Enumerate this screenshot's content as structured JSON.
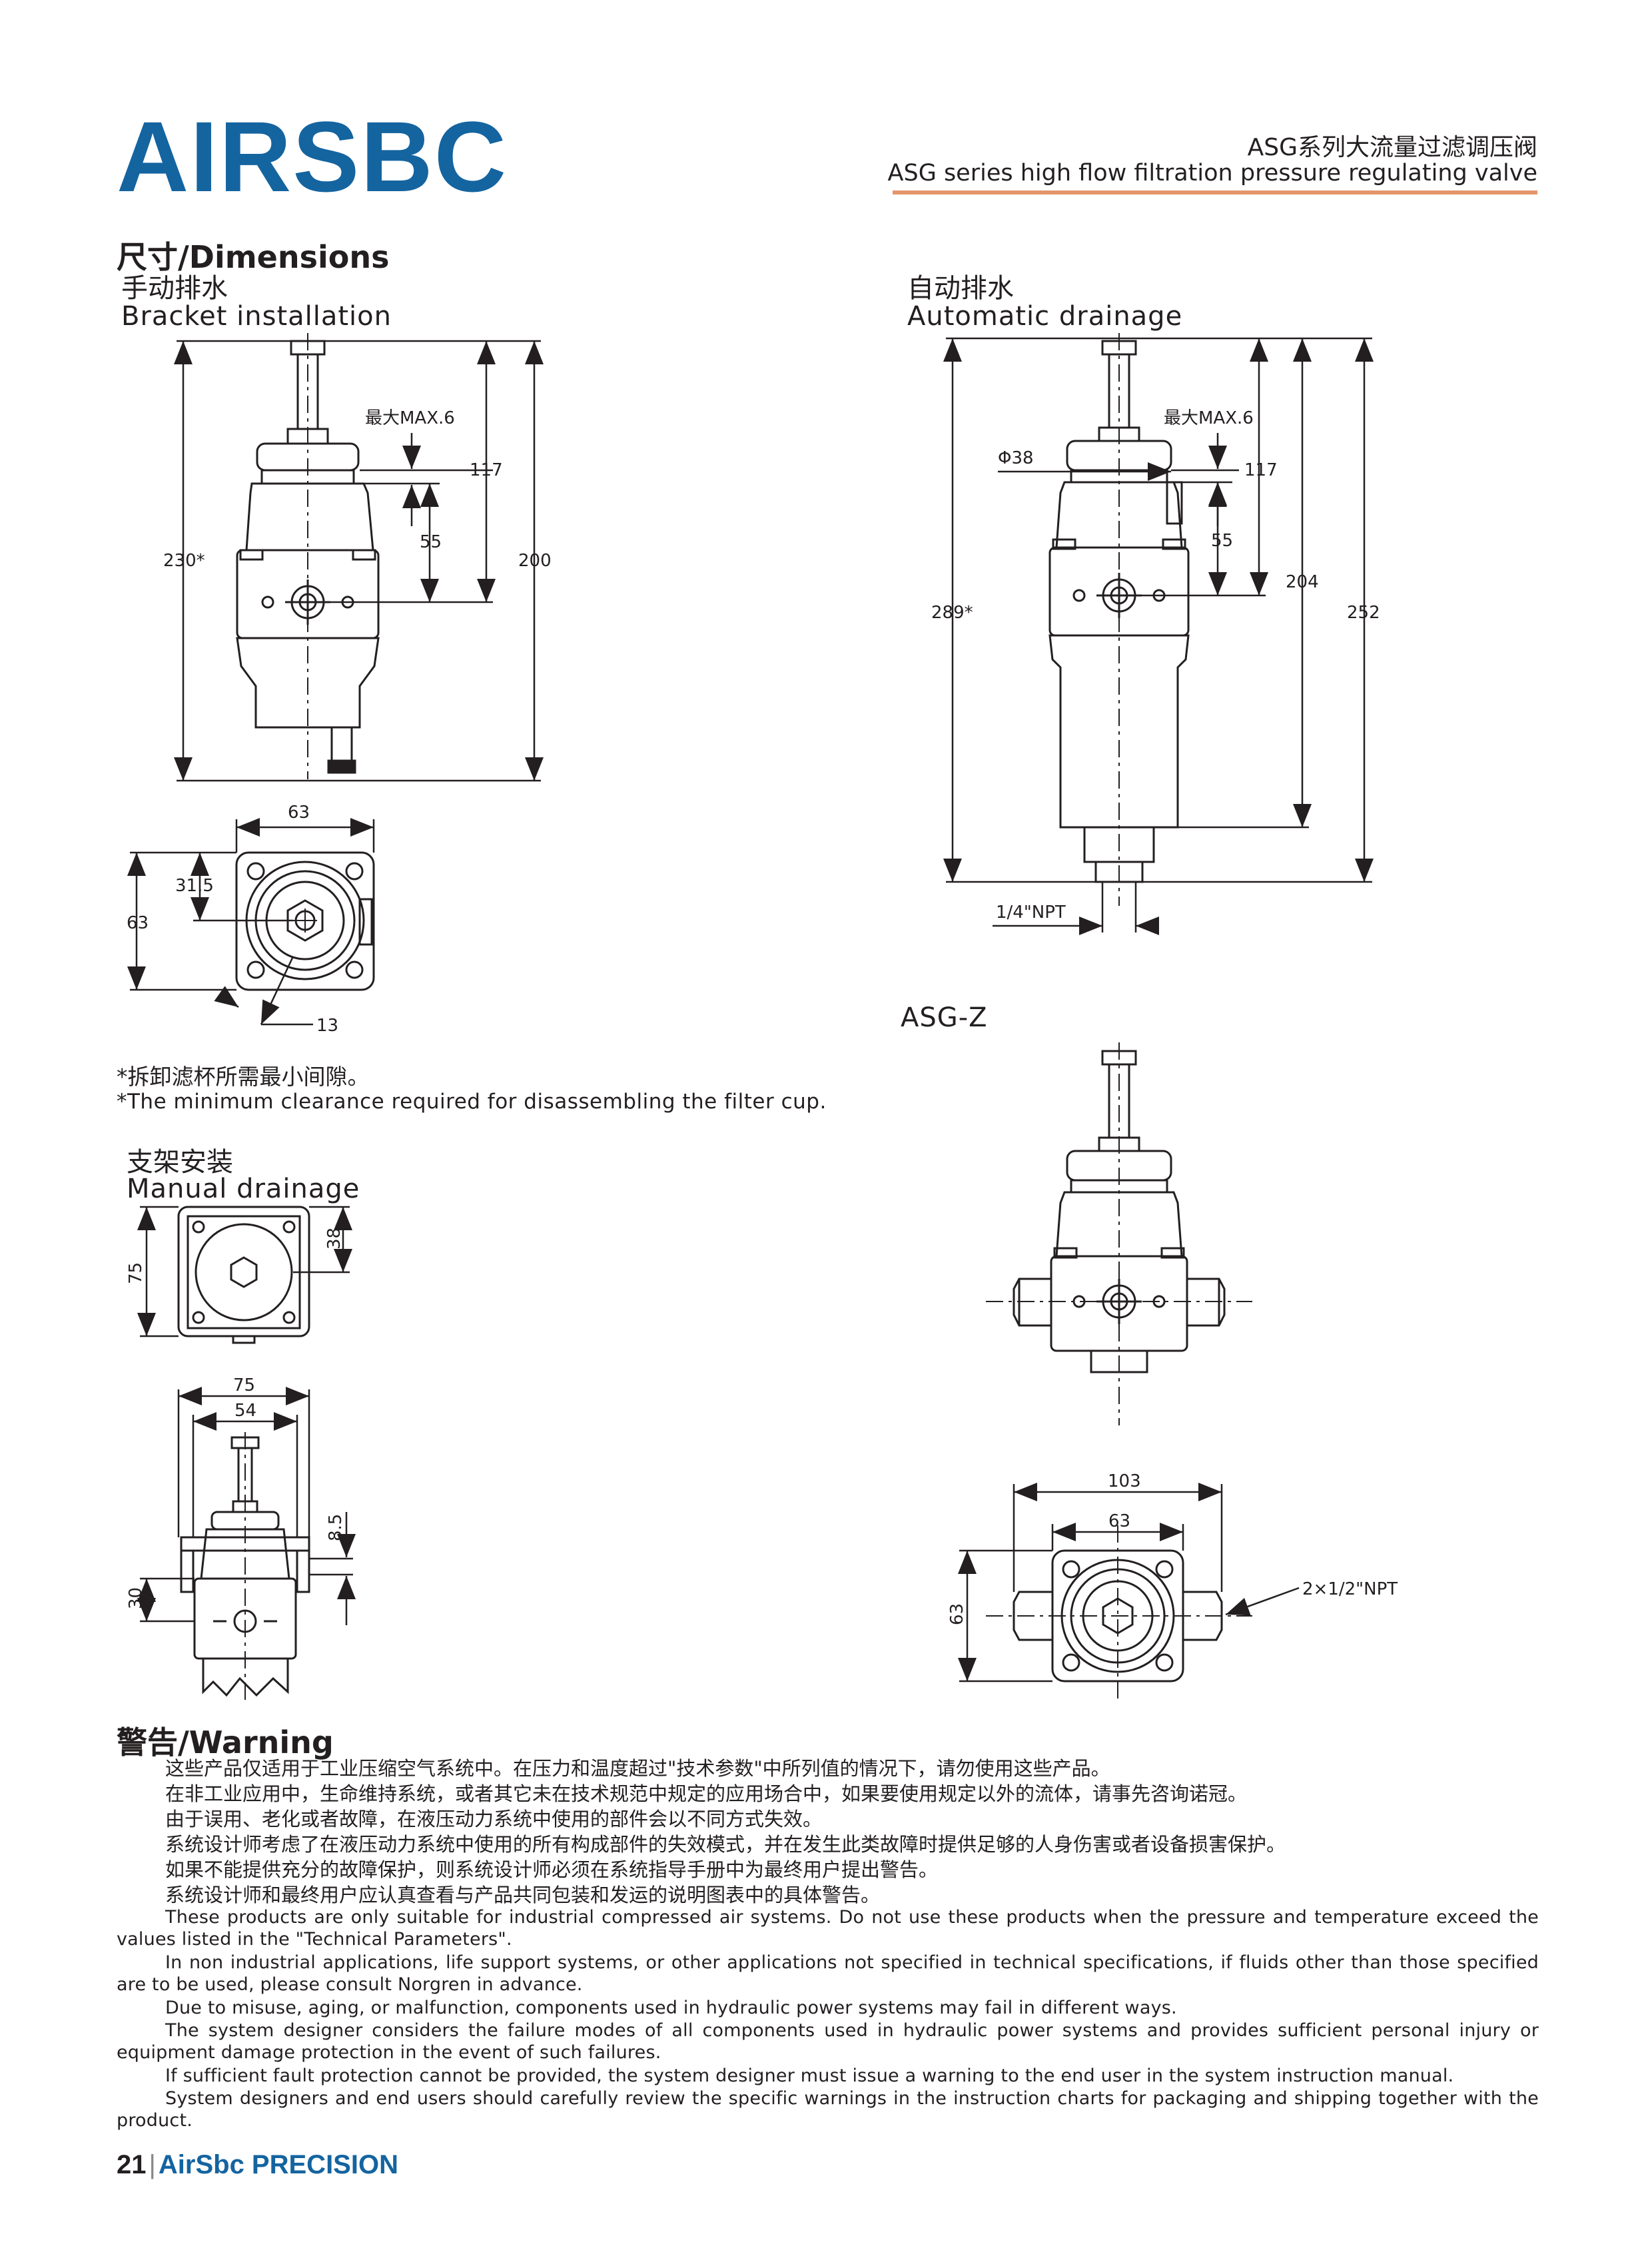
{
  "brand": {
    "logo": "AIRSBC",
    "color": "#1464a0"
  },
  "header": {
    "title_cn": "ASG系列大流量过滤调压阀",
    "title_en": "ASG series high flow filtration pressure regulating valve",
    "accent_line_color": "#e2946a"
  },
  "dimensions": {
    "heading": "尺寸/Dimensions",
    "bracket": {
      "label_cn": "手动排水",
      "label_en": "Bracket installation"
    },
    "automatic": {
      "label_cn": "自动排水",
      "label_en": "Automatic drainage"
    },
    "asgz": {
      "label": "ASG-Z"
    },
    "manual": {
      "label_cn": "支架安装",
      "label_en": "Manual drainage"
    },
    "note_cn": "*拆卸滤杯所需最小间隙。",
    "note_en": "*The minimum clearance required for disassembling the filter cup."
  },
  "drawing_labels": {
    "max6": "最大MAX.6",
    "d117": "117",
    "d55": "55",
    "d230": "230*",
    "d200": "200",
    "d63": "63",
    "d31_5": "31.5",
    "d13": "13",
    "phi38": "Φ38",
    "d289": "289*",
    "d204": "204",
    "d252": "252",
    "npt14": "1/4\"NPT",
    "d75": "75",
    "d38": "38",
    "d54": "54",
    "d8_5": "8.5",
    "d30": "30",
    "d103": "103",
    "npt12": "2×1/2\"NPT"
  },
  "warning": {
    "heading": "警告/Warning",
    "cn": [
      "这些产品仅适用于工业压缩空气系统中。在压力和温度超过\"技术参数\"中所列值的情况下，请勿使用这些产品。",
      "在非工业应用中，生命维持系统，或者其它未在技术规范中规定的应用场合中，如果要使用规定以外的流体，请事先咨询诺冠。",
      "由于误用、老化或者故障，在液压动力系统中使用的部件会以不同方式失效。",
      "系统设计师考虑了在液压动力系统中使用的所有构成部件的失效模式，并在发生此类故障时提供足够的人身伤害或者设备损害保护。",
      "如果不能提供充分的故障保护，则系统设计师必须在系统指导手册中为最终用户提出警告。",
      "系统设计师和最终用户应认真查看与产品共同包装和发运的说明图表中的具体警告。"
    ],
    "en": [
      "These products are only suitable for industrial compressed air systems. Do not use these products when the pressure and temperature exceed the values listed in the \"Technical Parameters\".",
      "In non industrial applications, life support systems, or other applications not specified in technical specifications, if fluids other than those specified are to be used, please consult Norgren in advance.",
      "Due to misuse, aging, or malfunction, components used in hydraulic power systems may fail in different ways.",
      "The system designer considers the failure modes of all components used in hydraulic power systems and provides sufficient personal injury or equipment damage protection in the event of such failures.",
      "If sufficient fault protection cannot be provided, the system designer must issue a warning to the end user in the system instruction manual.",
      "System designers and end users should carefully review the specific warnings in the instruction charts for packaging and shipping together with the product."
    ]
  },
  "footer": {
    "page": "21",
    "brand": "AirSbc PRECISION"
  }
}
